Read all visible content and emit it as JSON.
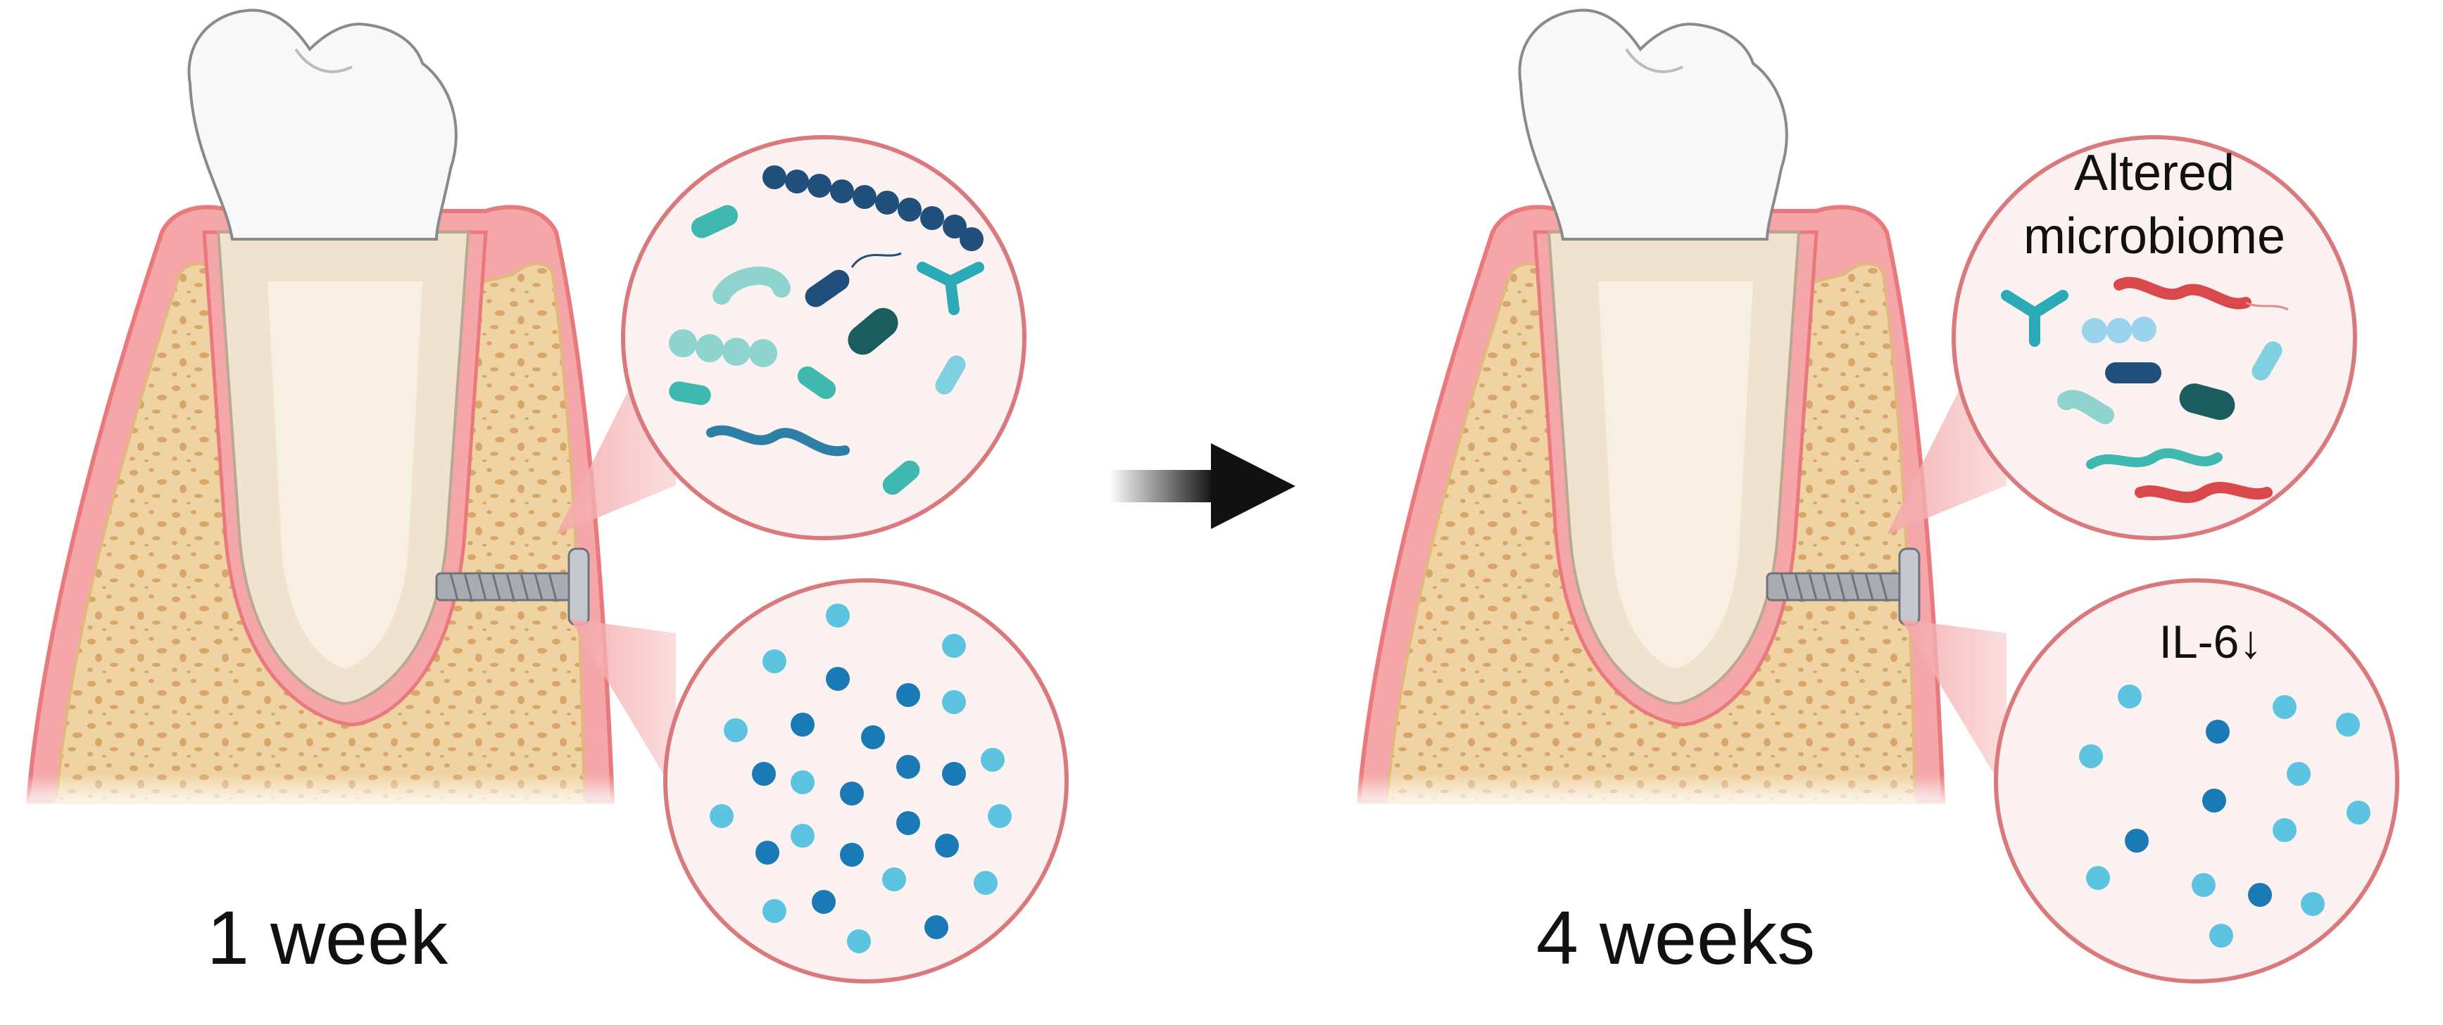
{
  "panels": [
    {
      "time_label": "1 week",
      "microbiome_label": "",
      "cytokine_label": ""
    },
    {
      "time_label": "4 weeks",
      "microbiome_label": "Altered microbiome",
      "microbiome_lines": [
        "Altered",
        "microbiome"
      ],
      "cytokine_label": "IL-6↓"
    }
  ],
  "colors": {
    "gum": "#f4a6a8",
    "gum_edge": "#e9797c",
    "bone": "#f0d3a3",
    "bone_spots": "#d9a66a",
    "tooth": "#f7f3ee",
    "circle_bg": "#fbf1f1",
    "circle_edge": "#d9797c",
    "arrow": "#111111",
    "bacteria_teal": "#3fb8b0",
    "bacteria_navy": "#1f4f7a",
    "bacteria_red": "#d9484a",
    "dot_light": "#5cc4e0",
    "dot_dark": "#1a7ab5"
  },
  "icons": [
    "tooth-icon",
    "screw-icon",
    "bacteria-icon",
    "cytokine-dot-icon",
    "arrow-right-icon"
  ]
}
